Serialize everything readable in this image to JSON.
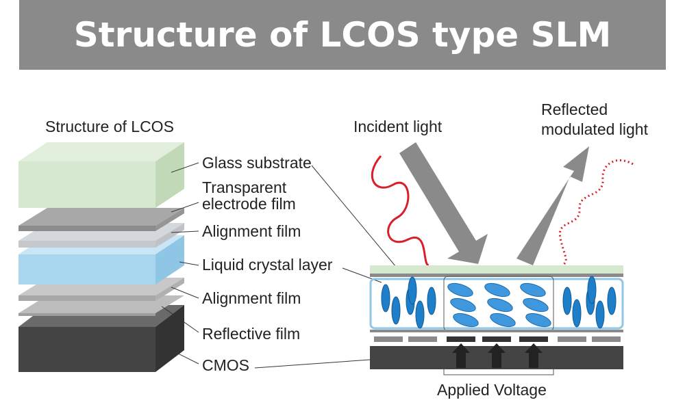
{
  "title": "Structure of LCOS type SLM",
  "left_panel": {
    "heading": "Structure of LCOS",
    "layers": [
      {
        "name": "glass-substrate",
        "label": "Glass substrate"
      },
      {
        "name": "transparent-electrode-film",
        "label_line1": "Transparent",
        "label_line2": "electrode film"
      },
      {
        "name": "alignment-film-top",
        "label": "Alignment film"
      },
      {
        "name": "liquid-crystal-layer",
        "label": "Liquid crystal layer"
      },
      {
        "name": "alignment-film-bottom",
        "label": "Alignment film"
      },
      {
        "name": "reflective-film",
        "label": "Reflective film"
      },
      {
        "name": "cmos",
        "label": "CMOS"
      }
    ]
  },
  "right_panel": {
    "incident_label": "Incident light",
    "reflected_label_line1": "Reflected",
    "reflected_label_line2": "modulated light",
    "voltage_label": "Applied Voltage"
  },
  "colors": {
    "banner": "#8a8a8a",
    "glass": "#d6e8cf",
    "liquid_crystal": "#a8d6ef",
    "cmos": "#444444",
    "electrode": "#9a9a9a",
    "crystal_molecule": "#1f7ec8",
    "light_wave": "#d81f2a",
    "arrow": "#8a8a8a"
  }
}
